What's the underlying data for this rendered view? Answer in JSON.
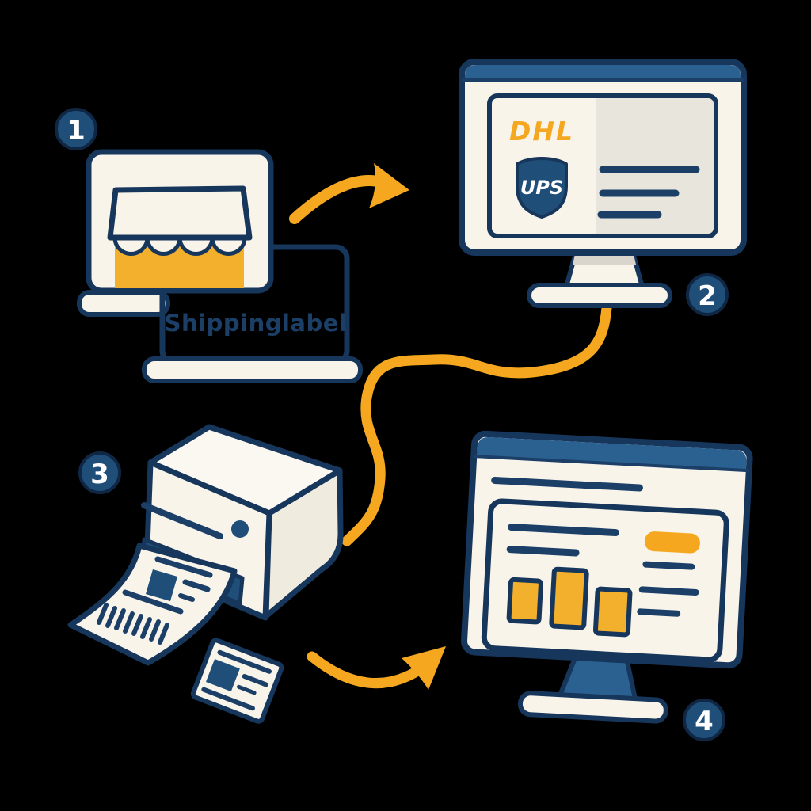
{
  "illustration": {
    "step1": {
      "badge": "1",
      "laptop_screen_text": "Shippinglabel"
    },
    "step2": {
      "badge": "2",
      "dhl_logo_text": "DHL",
      "ups_logo_text": "UPS"
    },
    "step3": {
      "badge": "3"
    },
    "step4": {
      "badge": "4"
    }
  },
  "colors": {
    "background": "#000000",
    "outline": "#16365c",
    "navy": "#1f4e79",
    "navy_line": "#1c3f68",
    "bar_blue": "#2a6191",
    "cream": "#f8f4ea",
    "cream_bright": "#fbf8f2",
    "cream_shade": "#f0ebdf",
    "panel_gray": "#e8e5dc",
    "neck_gray": "#d9d5cc",
    "orange": "#f5a81f",
    "yellow": "#f3b02c",
    "white": "#ffffff"
  }
}
